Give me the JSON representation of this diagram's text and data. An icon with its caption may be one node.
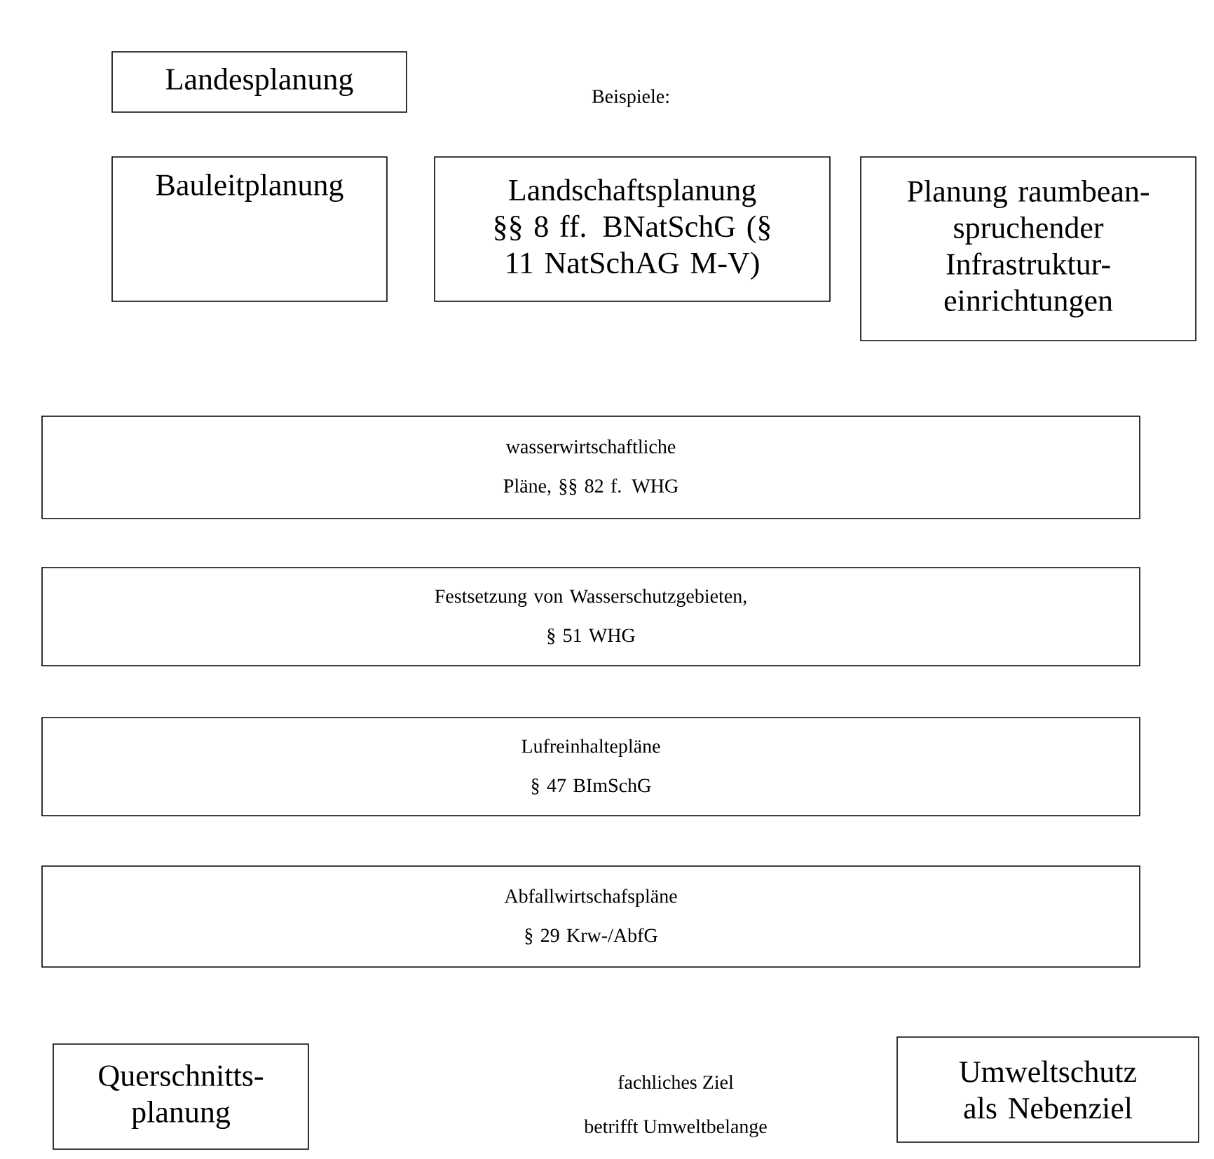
{
  "diagram": {
    "nodes": [
      {
        "text": [
          "Landesplanung"
        ]
      },
      {
        "text": [
          "Bauleitplanung"
        ]
      },
      {
        "text": [
          "Landschaftsplanung §§ 8 ff. BNatSchG (§ 11 NatSchAG M-V)"
        ]
      },
      {
        "text": [
          "Planung raumbean- spruchender Infrastruktur- einrichtungen"
        ]
      },
      {
        "text": [
          "wasserwirtschaftliche",
          "Pläne, §§ 82 f. WHG"
        ]
      },
      {
        "text": [
          "Festsetzung von Wasserschutzgebieten,",
          "§ 51 WHG"
        ]
      },
      {
        "text": [
          "Lufreinhaltepläne",
          "§ 47 BImSchG"
        ]
      },
      {
        "text": [
          "Abfallwirtschafspläne",
          "§ 29 Krw-/AbfG"
        ]
      },
      {
        "text": [
          "Querschnitts- planung"
        ]
      },
      {
        "text": [
          "Umweltschutz als Nebenziel"
        ]
      }
    ],
    "labels": [
      "Beispiele:",
      "fachliches Ziel",
      "betrifft Umweltbelange"
    ]
  }
}
